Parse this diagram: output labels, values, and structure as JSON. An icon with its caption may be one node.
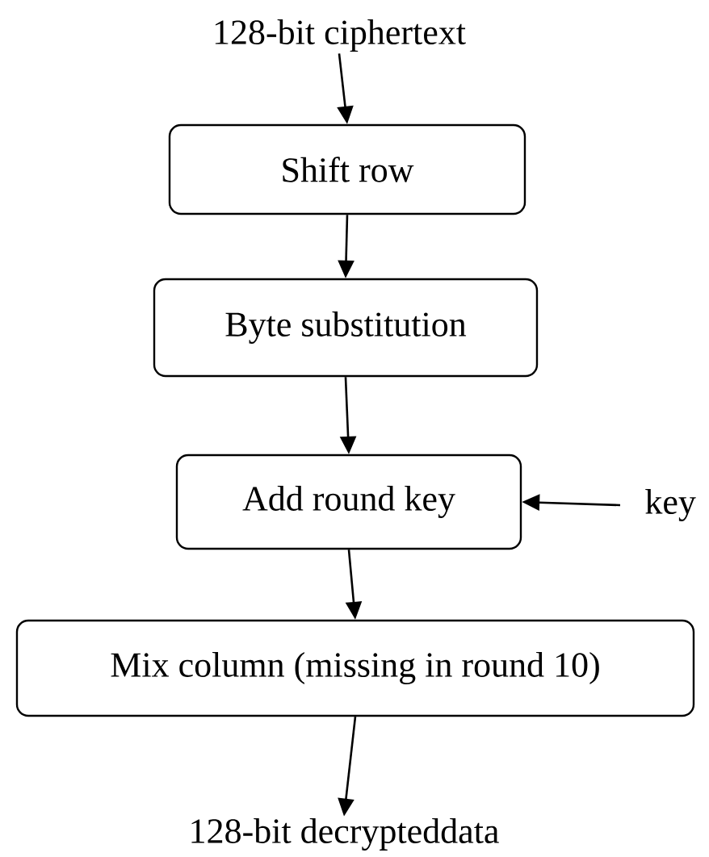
{
  "diagram": {
    "nodes": [
      {
        "text": [
          "128-bit ciphertext"
        ]
      },
      {
        "text": [
          "Shift row"
        ]
      },
      {
        "text": [
          "Byte substitution"
        ]
      },
      {
        "text": [
          "Add round key"
        ]
      },
      {
        "text": [
          "key"
        ]
      },
      {
        "text": [
          "Mix column (missing in round 10)"
        ]
      },
      {
        "text": [
          "128-bit  decrypteddata"
        ]
      }
    ],
    "edges": [
      {
        "from": 0,
        "to": 1,
        "arrow": "to"
      },
      {
        "from": 1,
        "to": 2,
        "arrow": "to"
      },
      {
        "from": 2,
        "to": 3,
        "arrow": "to"
      },
      {
        "from": 4,
        "to": 3,
        "arrow": "to"
      },
      {
        "from": 3,
        "to": 5,
        "arrow": "to"
      },
      {
        "from": 5,
        "to": 6,
        "arrow": "to"
      }
    ]
  }
}
